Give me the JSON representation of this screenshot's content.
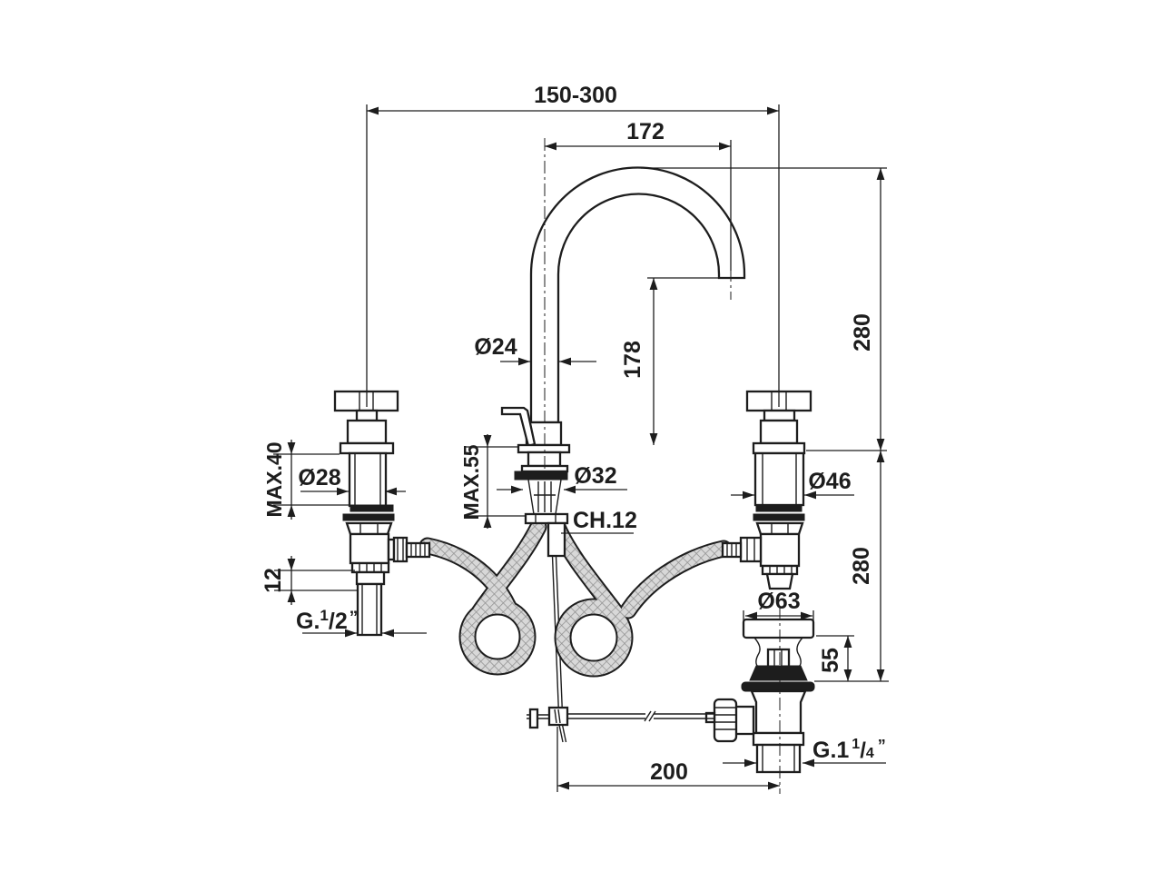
{
  "drawing": {
    "background": "#ffffff",
    "line_color": "#1d1d1d",
    "hose_fill": "#d8d8d8",
    "hose_hatch": "#909090",
    "dims": {
      "center_distance": "150-300",
      "spout_reach": "172",
      "spout_diameter": "Ø24",
      "upper_height": "280",
      "outlet_height": "178",
      "handle_max_deck": "MAX.40",
      "handle_shank_diameter": "Ø28",
      "body_max_deck": "MAX.55",
      "body_shank_diameter": "Ø32",
      "wrench_size": "CH.12",
      "handle_body_diameter": "Ø46",
      "nipple_length": "12",
      "drain_flange_diameter": "Ø63",
      "drain_body_height": "55",
      "lower_height": "280",
      "rod_to_drain_distance": "200",
      "inlet_thread": {
        "prefix": "G.",
        "numerator": "1",
        "slash": "/",
        "denominator": "2",
        "quote": "”"
      },
      "drain_thread": {
        "prefix": "G.1",
        "numerator": "1",
        "slash": "/",
        "denominator": "4",
        "quote": "”"
      }
    }
  }
}
